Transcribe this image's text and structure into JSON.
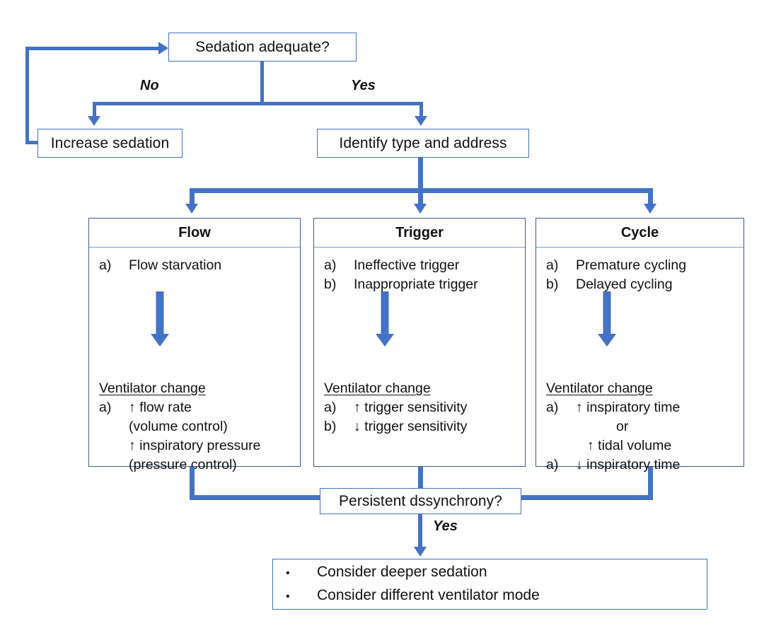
{
  "theme": {
    "connector_color": "#4472C4",
    "box_border_color": "#4472C4",
    "card_border_color": "#3C5A9A",
    "background": "#ffffff",
    "text_color": "#111111"
  },
  "nodes": {
    "start": {
      "label": "Sedation adequate?"
    },
    "increase_sedation": {
      "label": "Increase sedation"
    },
    "identify": {
      "label": "Identify type and address"
    },
    "persistent": {
      "label": "Persistent dssynchrony?"
    }
  },
  "edge_labels": {
    "no": "No",
    "yes": "Yes",
    "yes_bottom": "Yes"
  },
  "columns": [
    {
      "title": "Flow",
      "problems": [
        {
          "marker": "a)",
          "text": "Flow starvation"
        }
      ],
      "change_heading": "Ventilator change",
      "changes": [
        {
          "marker": "a)",
          "text": "↑ flow rate"
        },
        {
          "marker": "",
          "text": "(volume control)"
        },
        {
          "marker": "",
          "text": "↑ inspiratory pressure"
        },
        {
          "marker": "",
          "text": "(pressure control)"
        }
      ]
    },
    {
      "title": "Trigger",
      "problems": [
        {
          "marker": "a)",
          "text": "Ineffective trigger"
        },
        {
          "marker": "b)",
          "text": "Inappropriate trigger"
        }
      ],
      "change_heading": "Ventilator change",
      "changes": [
        {
          "marker": "a)",
          "text": "↑ trigger sensitivity"
        },
        {
          "marker": "b)",
          "text": "↓ trigger sensitivity"
        }
      ]
    },
    {
      "title": "Cycle",
      "problems": [
        {
          "marker": "a)",
          "text": "Premature cycling"
        },
        {
          "marker": "b)",
          "text": "Delayed cycling"
        }
      ],
      "change_heading": "Ventilator change",
      "changes": [
        {
          "marker": "a)",
          "text": "↑ inspiratory time"
        },
        {
          "marker": "",
          "text": "or"
        },
        {
          "marker": "",
          "text": "↑ tidal volume"
        },
        {
          "marker": "a)",
          "text": "↓ inspiratory time"
        }
      ]
    }
  ],
  "outcome": {
    "bullet": "•",
    "items": [
      "Consider deeper sedation",
      "Consider different ventilator mode"
    ]
  }
}
